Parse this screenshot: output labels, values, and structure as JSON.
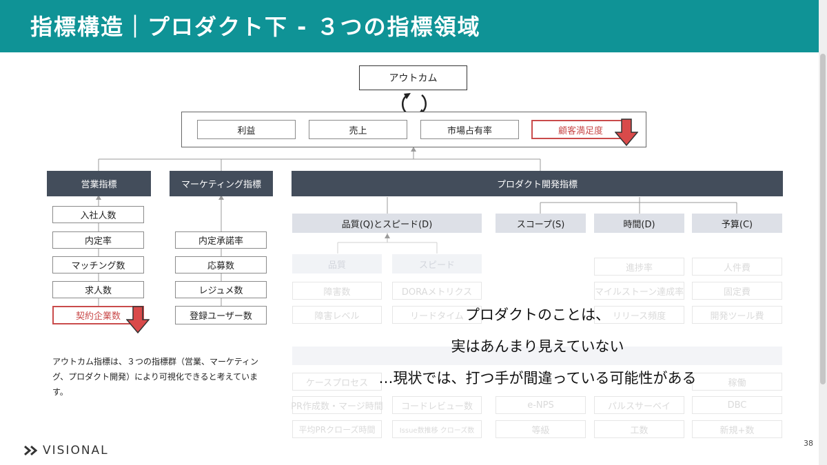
{
  "header": {
    "title": "指標構造｜プロダクト下 - ３つの指標領域"
  },
  "outcome": {
    "label": "アウトカム"
  },
  "top_metrics": [
    "利益",
    "売上",
    "市場占有率",
    "顧客満足度"
  ],
  "categories": {
    "sales": "営業指標",
    "marketing": "マーケティング指標",
    "product": "プロダクト開発指標"
  },
  "sales_items": [
    "入社人数",
    "内定率",
    "マッチング数",
    "求人数",
    "契約企業数"
  ],
  "marketing_items": [
    "内定承諾率",
    "応募数",
    "レジュメ数",
    "登録ユーザー数"
  ],
  "product_subcategories": [
    "品質(Q)とスピード(D)",
    "スコープ(S)",
    "時間(D)",
    "予算(C)"
  ],
  "faded": {
    "quality_row1": [
      "品質",
      "スピード"
    ],
    "quality_row2": [
      "障害数",
      "DORAメトリクス"
    ],
    "quality_row3": [
      "障害レベル",
      "リードタイム"
    ],
    "time_items": [
      "進捗率",
      "マイルストーン達成率",
      "リリース頻度"
    ],
    "budget_items": [
      "人件費",
      "固定費",
      "開発ツール費"
    ],
    "bottom_row1": [
      "ケースプロセス",
      "",
      "",
      "",
      "稼働"
    ],
    "bottom_row2": [
      "PR作成数・マージ時間",
      "コードレビュー数",
      "e-NPS",
      "パルスサーベイ",
      "DBC"
    ],
    "bottom_row3": [
      "平均PRクローズ時間",
      "Issue数推移 クローズ数",
      "等級",
      "工数",
      "新規+数"
    ]
  },
  "note": "アウトカム指標は、３つの指標群（営業、マーケティング、プロダクト開発）により可視化できると考えています。",
  "message": [
    "プロダクトのことは、",
    "実はあんまり見えていない",
    "…現状では、打つ手が間違っている可能性がある"
  ],
  "logo": {
    "text": "VISIONAL"
  },
  "page_number": "38",
  "colors": {
    "header_bg": "#0f9396",
    "category_bg": "#434d5b",
    "subcategory_bg": "#dde0e7",
    "highlight": "#c94a4a"
  },
  "icons": [
    "cycle-arrows-icon",
    "down-arrow-icon",
    "visional-logo-icon"
  ]
}
